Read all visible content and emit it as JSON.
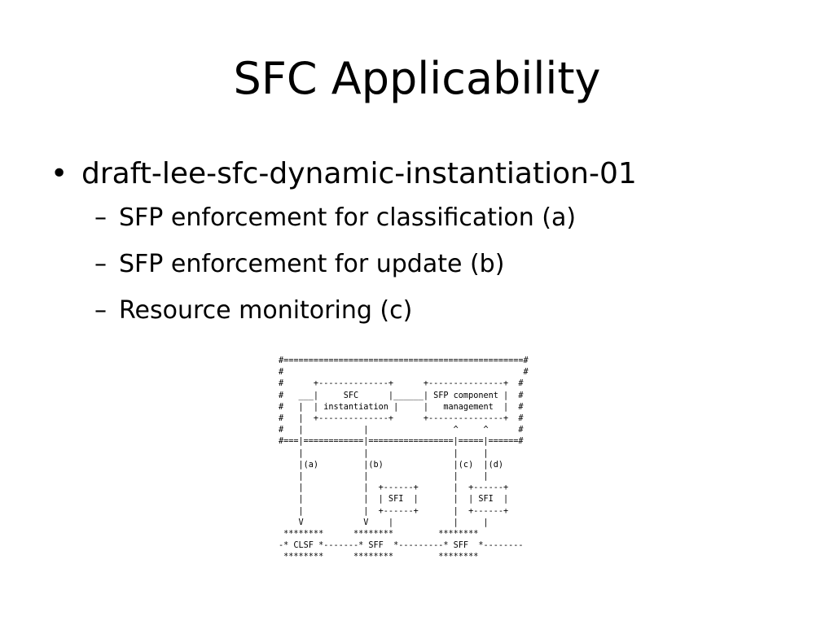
{
  "slide": {
    "title": "SFC Applicability",
    "bullet": {
      "marker": "•",
      "text": "draft-lee-sfc-dynamic-instantiation-01"
    },
    "sub_marker": "–",
    "sub_bullets": [
      "SFP enforcement for classification (a)",
      "SFP enforcement for update (b)",
      "Resource monitoring (c)"
    ],
    "diagram_ascii": "#================================================#\n#                                                #\n#      +--------------+      +---------------+  #\n#   ___|     SFC      |______| SFP component |  #\n#   |  | instantiation |     |   management  |  #\n#   |  +--------------+      +---------------+  #\n#   |            |                 ^     ^      #\n#===|============|=================|=====|======#\n    |            |                 |     |\n    |(a)         |(b)              |(c)  |(d)\n    |            |                 |     |\n    |            |  +------+       |  +------+\n    |            |  | SFI  |       |  | SFI  |\n    |            |  +------+       |  +------+\n    V            V    |            |     |\n ********      ********         ********\n-* CLSF *-------* SFF  *---------* SFF  *--------\n ********      ********         ********"
  }
}
